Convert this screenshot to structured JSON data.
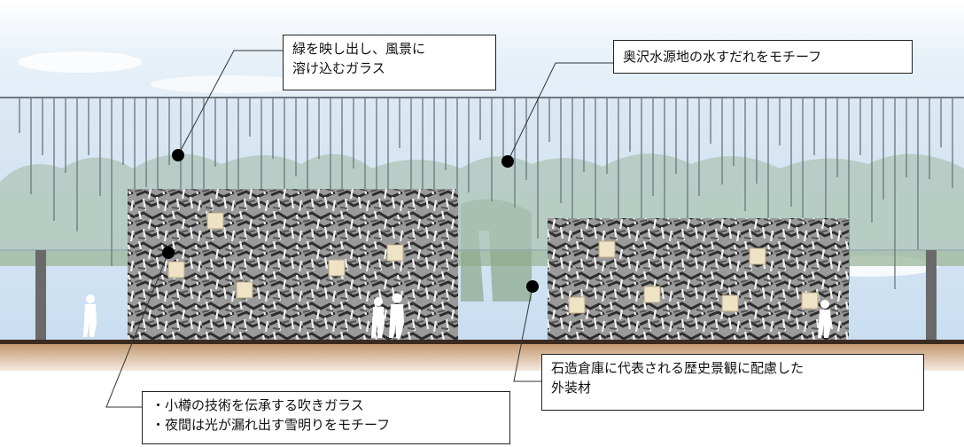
{
  "callouts": [
    {
      "id": "glass-reflection",
      "lines": [
        "緑を映し出し、風景に",
        "溶け込むガラス"
      ]
    },
    {
      "id": "water-drip-motif",
      "lines": [
        "奥沢水源地の水すだれをモチーフ"
      ]
    },
    {
      "id": "stone-warehouse-cladding",
      "lines": [
        "石造倉庫に代表される歴史景観に配慮した",
        "外装材"
      ]
    },
    {
      "id": "blown-glass",
      "lines": [
        "・小樽の技術を伝承する吹きガラス",
        "・夜間は光が漏れ出す雪明りをモチーフ"
      ]
    }
  ],
  "colors": {
    "sky_top": "#dbe9f5",
    "sky_bottom": "#c8e0f4",
    "tree_green": "#8fae8a",
    "stone_dark": "#3a3a3a",
    "stone_light": "#e8e8e8",
    "window_fill": "#efe3c6",
    "rod": "#6f7a80",
    "ground": "#c8a078",
    "floor_line": "#3b2a20"
  }
}
